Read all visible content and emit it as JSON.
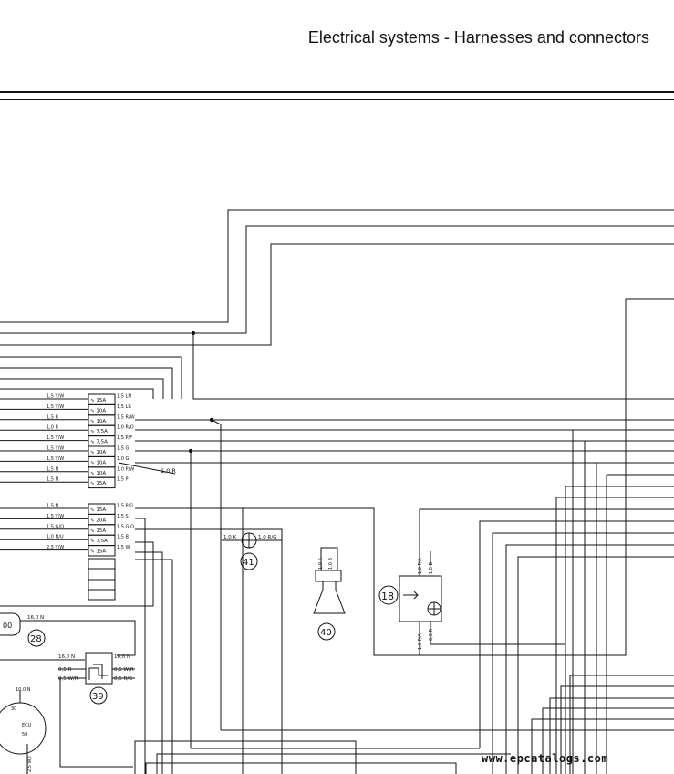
{
  "header": {
    "title": "Electrical systems - Harnesses and connectors"
  },
  "fuse_block_a": {
    "inputs": [
      "1,5 Y/W",
      "1,5 Y/W",
      "1,5 R",
      "1,0 R",
      "1,5 Y/W",
      "1,5 Y/W",
      "1,5 Y/W",
      "1,5 N",
      "1,5 N"
    ],
    "fuses": [
      "15A",
      "10A",
      "10A",
      "7,5A",
      "7,5A",
      "10A",
      "10A",
      "10A",
      "15A"
    ],
    "outputs": [
      "1,5 LN",
      "1,5 LR",
      "1,5 R/W",
      "1,0 R/O",
      "1,5 P/F",
      "1,5 G",
      "1,0 G",
      "1,0 P/W",
      "1,5 P"
    ],
    "branch_label": "1,0 R"
  },
  "fuse_block_b": {
    "inputs": [
      "1,5 N",
      "1,5 Y/W",
      "1,5 G/O",
      "1,0 N/U",
      "2,5 Y/W"
    ],
    "fuses": [
      "15A",
      "20A",
      "15A",
      "7,5A",
      "15A"
    ],
    "outputs": [
      "1,5 P/G",
      "1,5 S",
      "1,5 G/O",
      "1,5 B",
      "1,5 W"
    ]
  },
  "components": {
    "c28": {
      "number": "28",
      "wire": "16,0 N"
    },
    "c39": {
      "number": "39",
      "wires": [
        "16,0 N",
        "16,0 N",
        "0,5 R",
        "0,5 W/R",
        "0,5 W/R",
        "0,5 R/G"
      ]
    },
    "c40": {
      "number": "40",
      "wires": [
        "1,0 K",
        "1,0 B"
      ]
    },
    "c41": {
      "number": "41",
      "wires": [
        "1,0 K",
        "1,0 R/G"
      ]
    },
    "c18": {
      "number": "18",
      "wires": [
        "1,0 P/A",
        "1,0 B",
        "1,0 P/A",
        "0,5 R"
      ]
    },
    "gauge": {
      "labels": [
        "10,0 N",
        "30",
        "50",
        "ECU",
        "2,5 W/I"
      ]
    }
  },
  "watermark": "www.epcatalogs.com"
}
